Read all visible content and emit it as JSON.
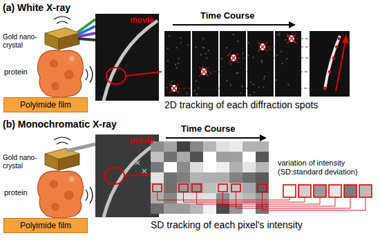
{
  "diagram": {
    "nodes": [
      {
        "text": [
          "Polyimide film"
        ]
      },
      {
        "text": [
          "Polyimide film"
        ]
      }
    ],
    "labels": [
      "(a) White X-ray",
      "Gold nano-crystal",
      "protein",
      "movie",
      "Time Course",
      "2D tracking of each diffraction spots",
      "(b) Monochromatic X-ray",
      "Gold nano-crystal",
      "protein",
      "movie",
      "Time Course",
      "variation of intensity (SD:standard deviation)",
      "SD tracking of each pixel's intensity"
    ]
  }
}
